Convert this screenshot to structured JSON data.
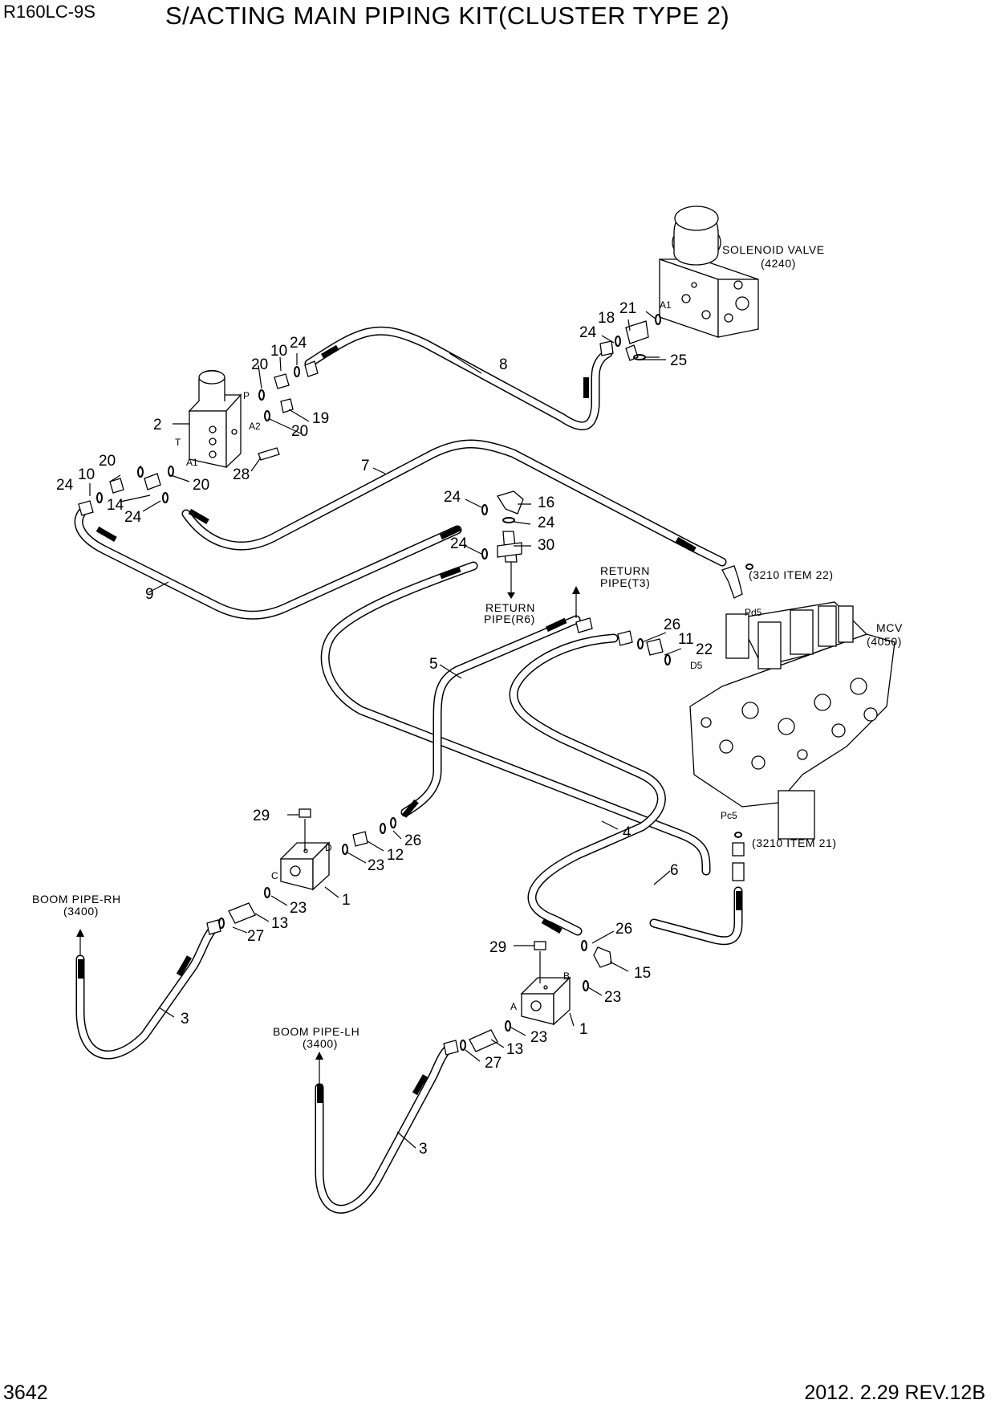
{
  "header": {
    "model": "R160LC-9S",
    "title": "S/ACTING MAIN PIPING KIT(CLUSTER TYPE 2)"
  },
  "footer": {
    "page": "3642",
    "revision": "2012. 2.29  REV.12B"
  },
  "labels": {
    "solenoid_valve": "SOLENOID VALVE",
    "solenoid_valve_ref": "(4240)",
    "mcv": "MCV",
    "mcv_ref": "(4050)",
    "ref_3210_22": "(3210 ITEM 22)",
    "ref_3210_21": "(3210 ITEM 21)",
    "return_t3_1": "RETURN",
    "return_t3_2": "PIPE(T3)",
    "return_r6_1": "RETURN",
    "return_r6_2": "PIPE(R6)",
    "boom_rh": "BOOM PIPE-RH",
    "boom_rh_ref": "(3400)",
    "boom_lh": "BOOM PIPE-LH",
    "boom_lh_ref": "(3400)"
  },
  "ports": {
    "p": "P",
    "a2": "A2",
    "t": "T",
    "a1": "A1",
    "a1_sol": "A1",
    "pd5": "Pd5",
    "d5": "D5",
    "pc5": "Pc5",
    "d": "D",
    "c": "C",
    "a": "A",
    "b": "B"
  },
  "callouts": {
    "c2": "2",
    "c20a": "20",
    "c10a": "10",
    "c24a": "24",
    "c19": "19",
    "c20b": "20",
    "c28": "28",
    "c20c": "20",
    "c20d": "20",
    "c10b": "10",
    "c24b": "24",
    "c14": "14",
    "c24c": "24",
    "c8": "8",
    "c24d": "24",
    "c18": "18",
    "c21": "21",
    "c25": "25",
    "c7": "7",
    "c9": "9",
    "c24e": "24",
    "c16": "16",
    "c24f": "24",
    "c24g": "24",
    "c30": "30",
    "c5": "5",
    "c26a": "26",
    "c11": "11",
    "c22": "22",
    "c4": "4",
    "c6": "6",
    "c29a": "29",
    "c23a": "23",
    "c12": "12",
    "c26b": "26",
    "c23b": "23",
    "c1a": "1",
    "c13a": "13",
    "c27a": "27",
    "c3a": "3",
    "c29b": "29",
    "c26c": "26",
    "c15": "15",
    "c23c": "23",
    "c1b": "1",
    "c23d": "23",
    "c13b": "13",
    "c27b": "27",
    "c3b": "3"
  }
}
